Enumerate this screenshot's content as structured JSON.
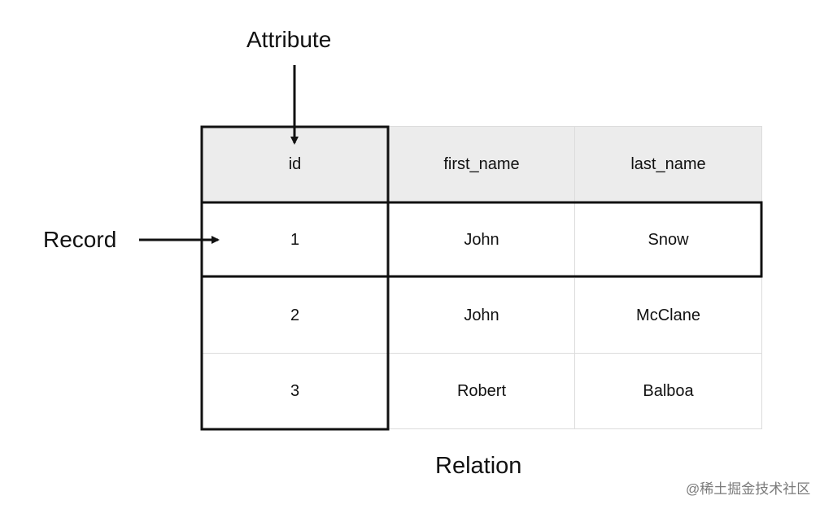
{
  "labels": {
    "attribute": "Attribute",
    "record": "Record",
    "relation": "Relation"
  },
  "table": {
    "columns": [
      "id",
      "first_name",
      "last_name"
    ],
    "rows": [
      [
        "1",
        "John",
        "Snow"
      ],
      [
        "2",
        "John",
        "McClane"
      ],
      [
        "3",
        "Robert",
        "Balboa"
      ]
    ]
  },
  "watermark": "@稀土掘金技术社区",
  "colors": {
    "header_background": "#ececec",
    "grid_line": "#dcdcdc",
    "highlight_border": "#111111",
    "watermark_text": "#7a7a7a"
  }
}
